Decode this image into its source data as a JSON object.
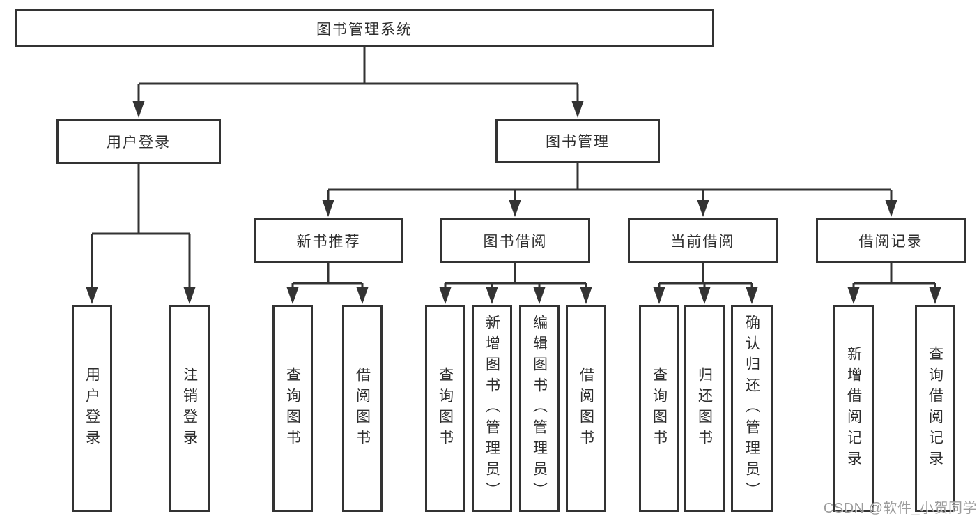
{
  "nodes": {
    "root": "图书管理系统",
    "level2": [
      "用户登录",
      "图书管理"
    ],
    "level3": [
      "新书推荐",
      "图书借阅",
      "当前借阅",
      "借阅记录"
    ],
    "leaves_user": [
      "用户登录",
      "注销登录"
    ],
    "leaves_newbook": [
      "查询图书",
      "借阅图书"
    ],
    "leaves_borrow": [
      "查询图书",
      "新增图书（管理员）",
      "编辑图书（管理员）",
      "借阅图书"
    ],
    "leaves_current": [
      "查询图书",
      "归还图书",
      "确认归还（管理员）"
    ],
    "leaves_record": [
      "新增借阅记录",
      "查询借阅记录"
    ]
  },
  "watermark": "CSDN @软件_小贺同学",
  "colors": {
    "line": "#333333",
    "box_border": "#333333",
    "box_fill": "#ffffff",
    "text": "#2e2e2e",
    "watermark": "#949494",
    "background": "#ffffff"
  }
}
